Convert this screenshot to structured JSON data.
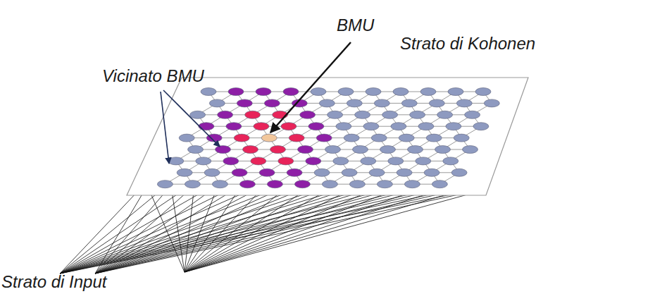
{
  "diagram": {
    "labels": [
      "BMU",
      "Strato di Kohonen",
      "Vicinato BMU",
      "Strato di Input"
    ]
  }
}
